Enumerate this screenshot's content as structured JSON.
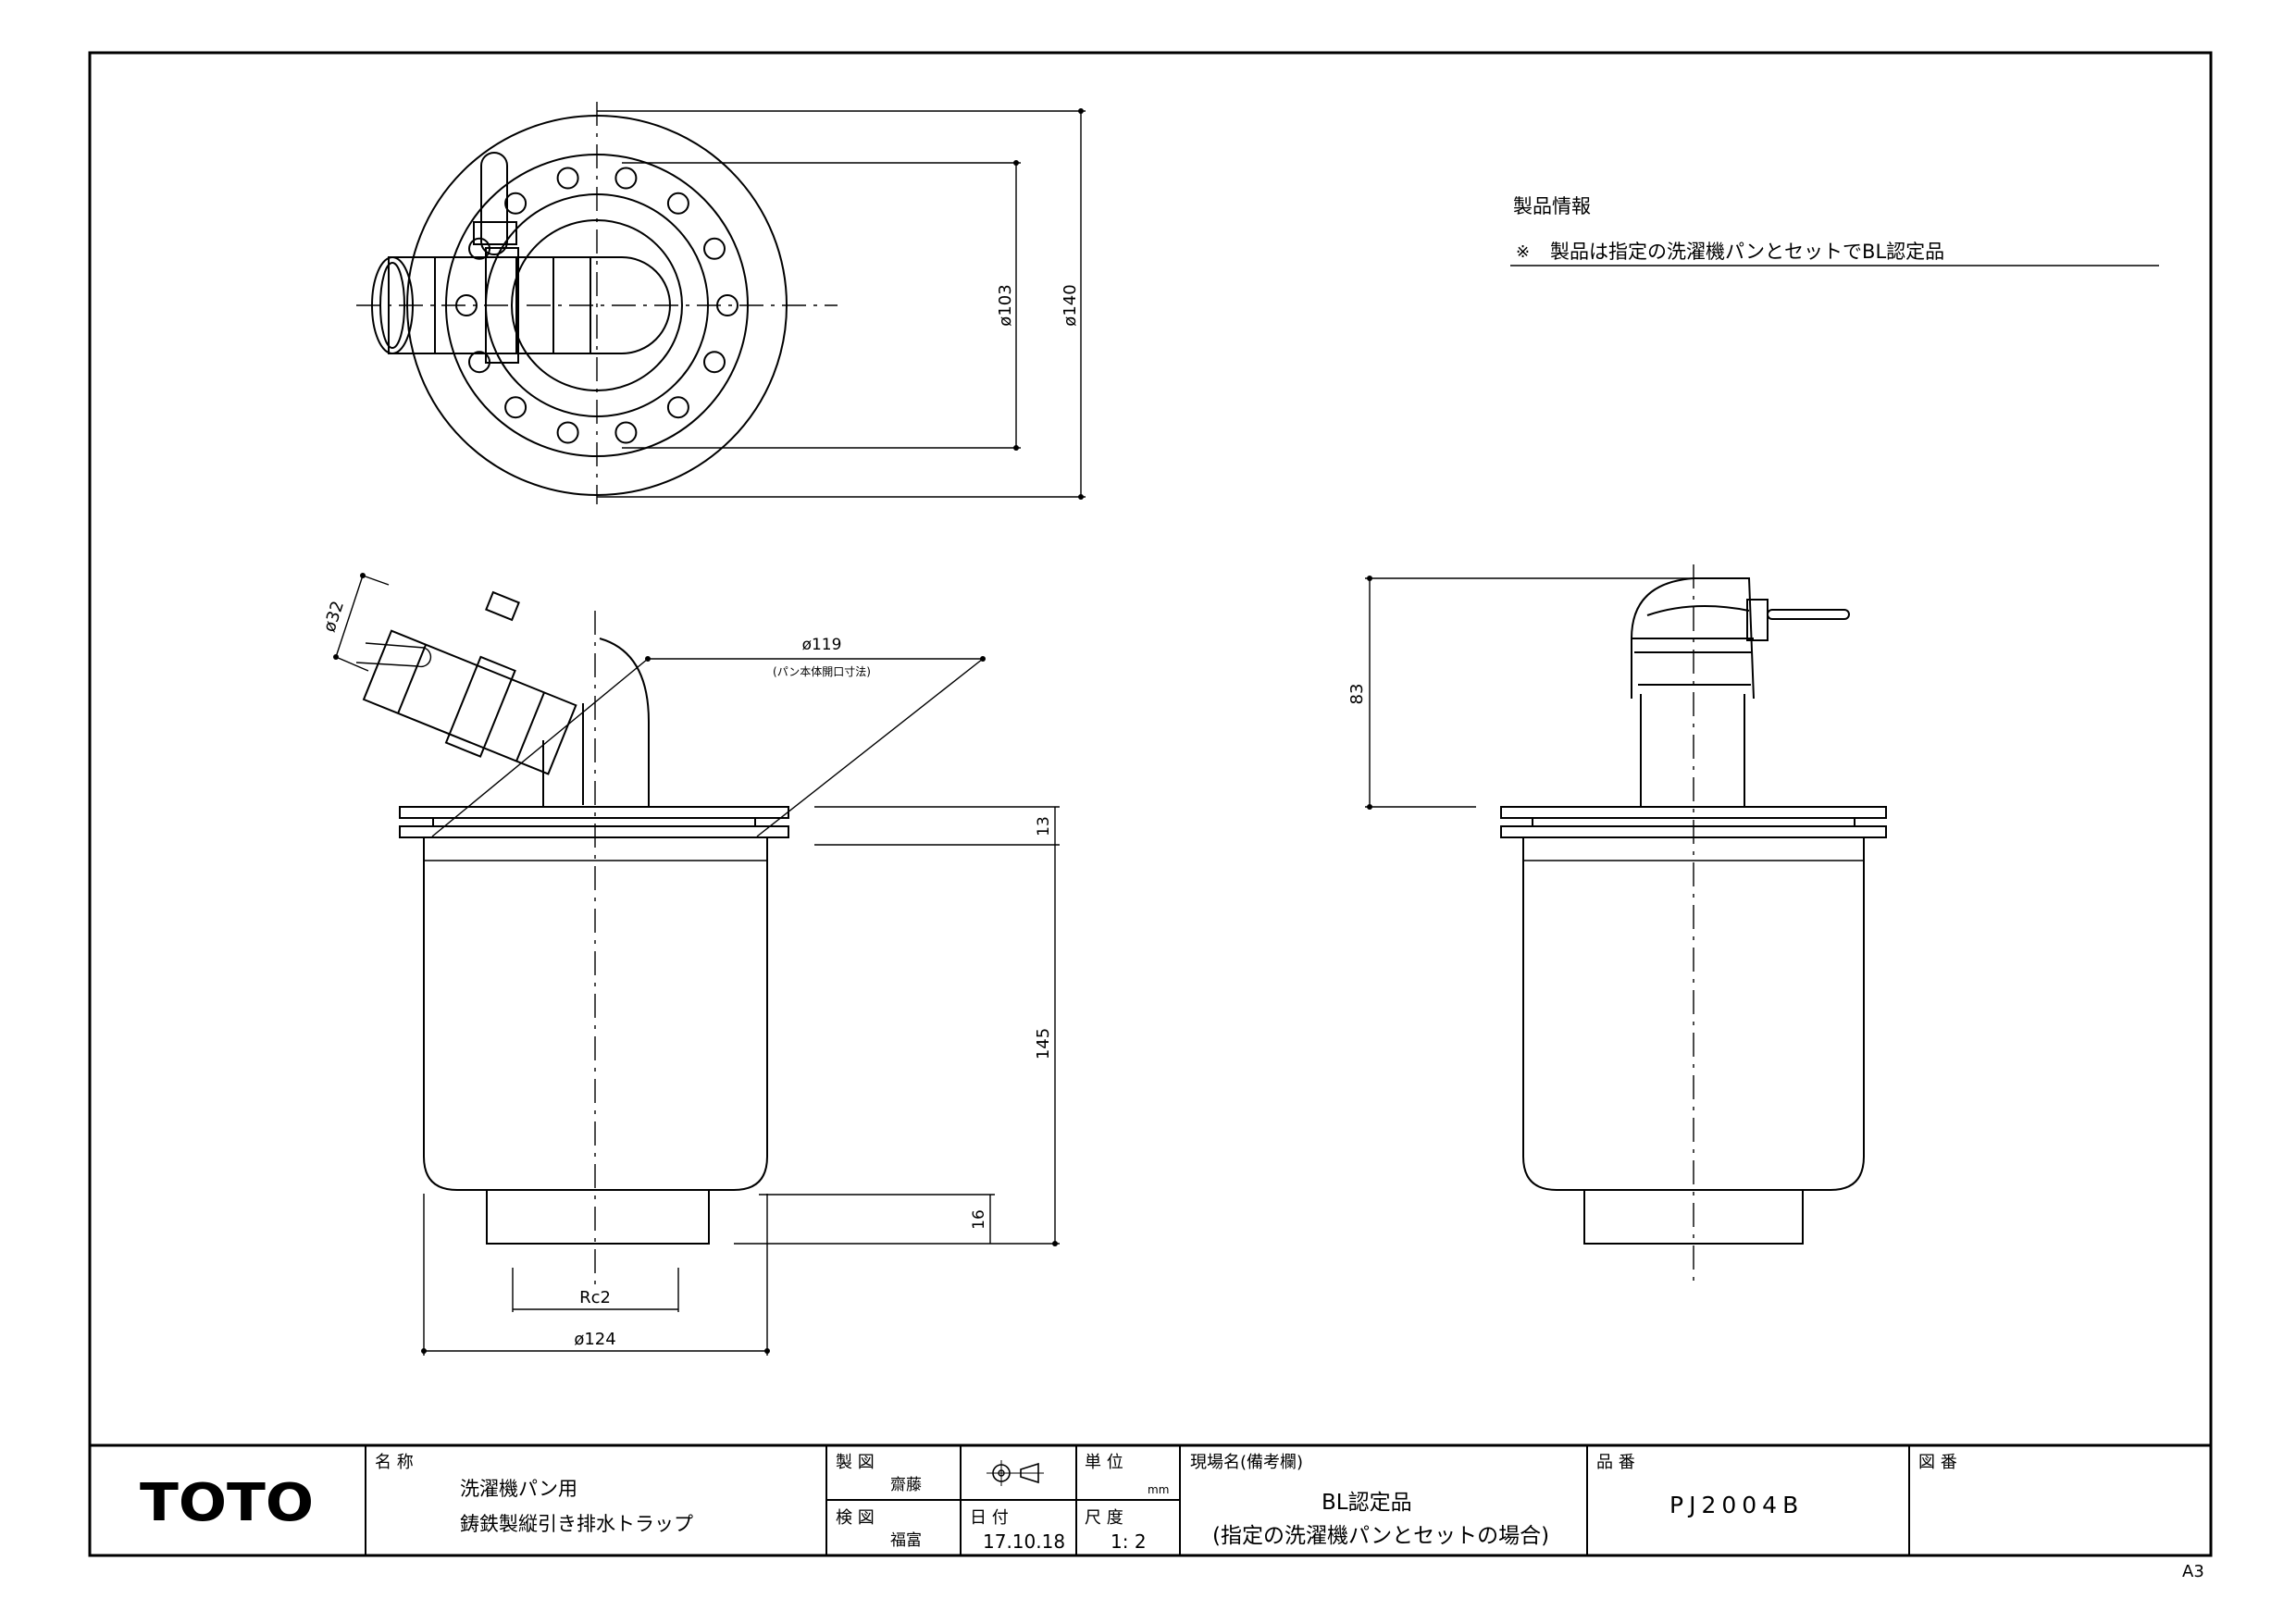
{
  "product_info": {
    "heading": "製品情報",
    "note_mark": "※",
    "note": "製品は指定の洗濯機パンとセットでBL認定品"
  },
  "dimensions": {
    "top_inner": "ø103",
    "top_outer": "ø140",
    "inlet": "ø32",
    "opening": "ø119",
    "opening_note": "(パン本体開口寸法)",
    "flange": "13",
    "body": "145",
    "outlet_height": "16",
    "outlet_thread": "Rc2",
    "body_dia": "ø124",
    "elbow_height": "83"
  },
  "title_block": {
    "brand": "TOTO",
    "name_label": "名 称",
    "name_line1": "洗濯機パン用",
    "name_line2": "鋳鉄製縦引き排水トラップ",
    "drawn_label": "製 図",
    "drawn_by": "齋藤",
    "checked_label": "検 図",
    "checked_by": "福富",
    "date_label": "日 付",
    "date": "17.10.18",
    "unit_label": "単 位",
    "unit": "mm",
    "scale_label": "尺 度",
    "scale": "1: 2",
    "site_label": "現場名(備考欄)",
    "site_line1": "BL認定品",
    "site_line2": "(指定の洗濯機パンとセットの場合)",
    "part_label": "品 番",
    "part_number": "PJ2004B",
    "drawing_no_label": "図 番",
    "drawing_no": "",
    "sheet_size": "A3"
  }
}
